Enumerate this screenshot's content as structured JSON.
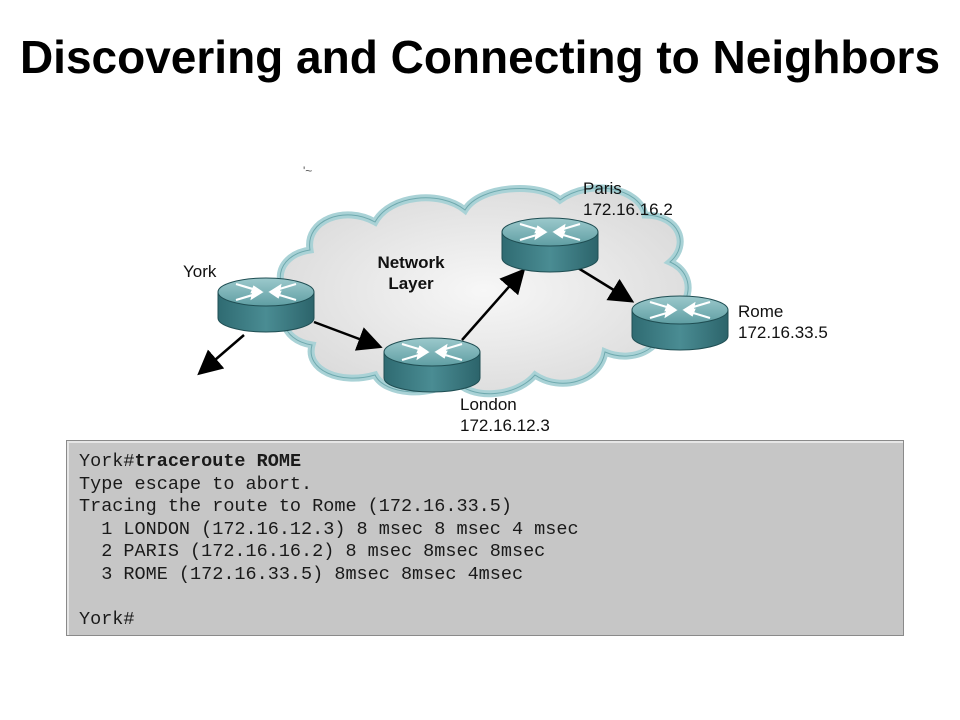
{
  "title": "Discovering and Connecting to Neighbors",
  "cloud_label": [
    "Network",
    "Layer"
  ],
  "routers": {
    "york": {
      "name": "York",
      "ip": ""
    },
    "paris": {
      "name": "Paris",
      "ip": "172.16.16.2"
    },
    "rome": {
      "name": "Rome",
      "ip": "172.16.33.5"
    },
    "london": {
      "name": "London",
      "ip": "172.16.12.3"
    }
  },
  "terminal": {
    "prompt": "York#",
    "command": "traceroute ROME",
    "lines": [
      "Type escape to abort.",
      "Tracing the route to Rome (172.16.33.5)",
      "  1 LONDON (172.16.12.3) 8 msec 8 msec 4 msec",
      "  2 PARIS (172.16.16.2) 8 msec 8msec 8msec",
      "  3 ROME (172.16.33.5) 8msec 8msec 4msec",
      "",
      "York#"
    ]
  },
  "colors": {
    "router_body": "#3f7f86",
    "router_top": "#7bb3b7",
    "cloud_fill": "#e9e9e9",
    "cloud_stroke": "#aacfd3",
    "terminal_bg": "#c6c6c6"
  }
}
